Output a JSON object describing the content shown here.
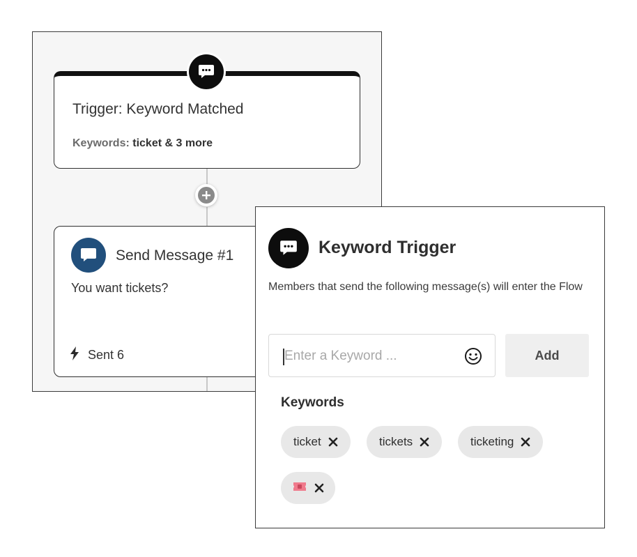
{
  "flow": {
    "trigger_card": {
      "icon": "chat-bubble-icon",
      "title": "Trigger: Keyword Matched",
      "keywords_label": "Keywords:",
      "keywords_value": "ticket & 3 more"
    },
    "add_step_icon": "plus-icon",
    "message_card": {
      "icon": "message-icon",
      "title": "Send Message #1",
      "body": "You want tickets?",
      "footer_icon": "lightning-icon",
      "footer_text": "Sent 6"
    }
  },
  "panel": {
    "icon": "chat-bubble-icon",
    "title": "Keyword Trigger",
    "description": "Members that send the following message(s) will enter the Flow",
    "input": {
      "placeholder": "Enter a Keyword ...",
      "value": "",
      "emoji_icon": "smiley-icon"
    },
    "add_label": "Add",
    "keywords_heading": "Keywords",
    "keywords": [
      {
        "label": "ticket"
      },
      {
        "label": "tickets"
      },
      {
        "label": "ticketing"
      },
      {
        "label": "",
        "icon": "ticket-emoji-icon"
      }
    ],
    "remove_icon": "close-icon"
  },
  "colors": {
    "dark_badge": "#0d0d0d",
    "message_avatar": "#214f7c",
    "chip_bg": "#e8e8e8",
    "ticket_emoji": "#f07a8c"
  }
}
